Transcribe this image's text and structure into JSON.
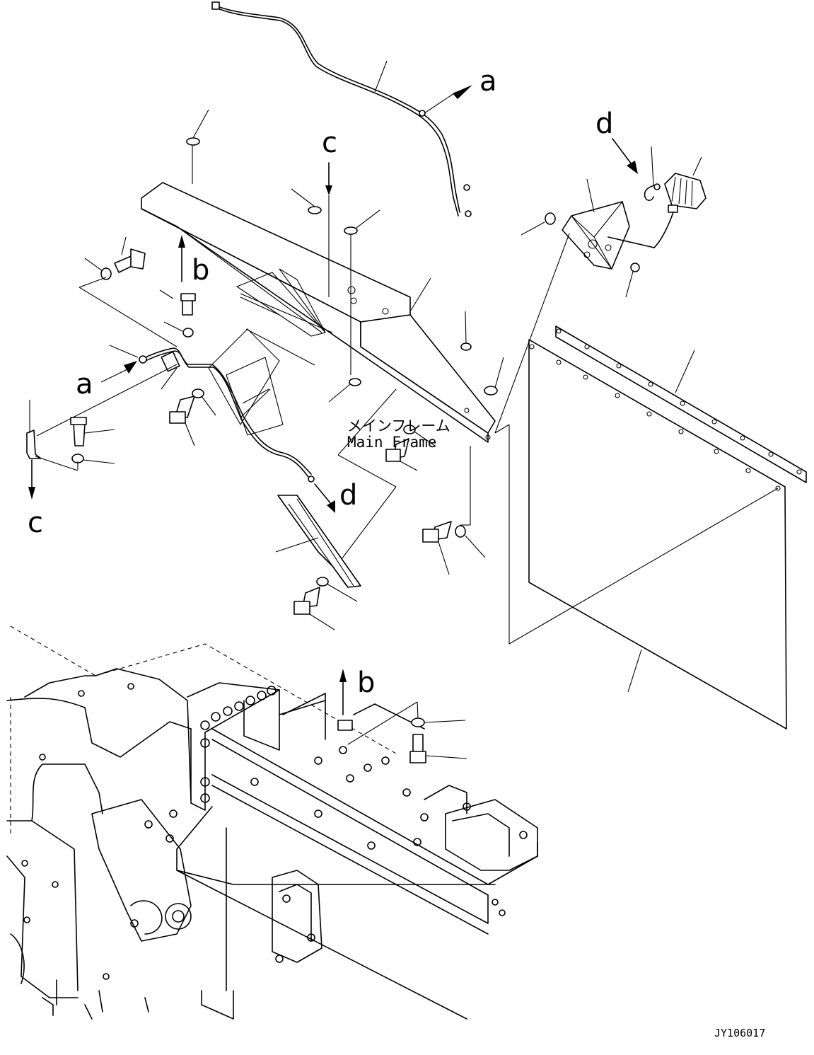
{
  "reference_letters": {
    "a_top": "a",
    "a_left": "a",
    "b_upper": "b",
    "b_lower": "b",
    "c_upper": "c",
    "c_lower": "c",
    "d_upper": "d",
    "d_lower": "d"
  },
  "main_frame": {
    "label_jp": "メインフレーム",
    "label_en": "Main Frame"
  },
  "drawing_number": "JY106017"
}
